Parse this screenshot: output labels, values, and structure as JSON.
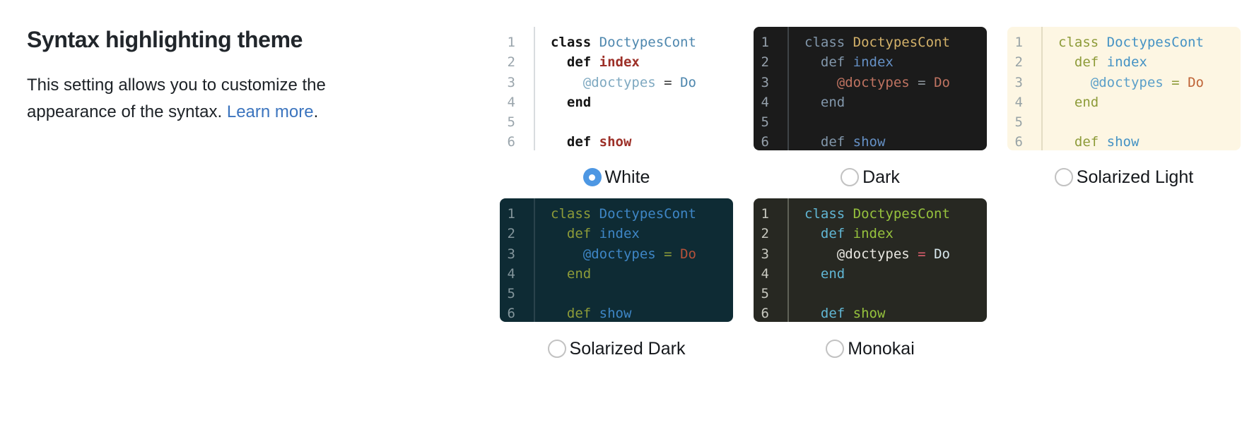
{
  "section": {
    "title": "Syntax highlighting theme",
    "description": {
      "line1": "This setting allows you to customize the",
      "line2_prefix": "appearance of the syntax. ",
      "link_label": "Learn more",
      "suffix": ".",
      "link_color": "#3b74be"
    }
  },
  "code_sample": {
    "language": "ruby",
    "line_numbers": [
      "1",
      "2",
      "3",
      "4",
      "5",
      "6"
    ],
    "lines": [
      [
        {
          "type": "keyword",
          "text": "class "
        },
        {
          "type": "class_name",
          "text": "DoctypesCont"
        }
      ],
      [
        {
          "type": "plain",
          "text": "  "
        },
        {
          "type": "keyword",
          "text": "def "
        },
        {
          "type": "function_name",
          "text": "index"
        }
      ],
      [
        {
          "type": "plain",
          "text": "    "
        },
        {
          "type": "instance_var",
          "text": "@doctypes"
        },
        {
          "type": "plain",
          "text": " "
        },
        {
          "type": "operator",
          "text": "="
        },
        {
          "type": "plain",
          "text": " "
        },
        {
          "type": "constant",
          "text": "Do"
        }
      ],
      [
        {
          "type": "plain",
          "text": "  "
        },
        {
          "type": "keyword",
          "text": "end"
        }
      ],
      [],
      [
        {
          "type": "plain",
          "text": "  "
        },
        {
          "type": "keyword",
          "text": "def "
        },
        {
          "type": "function_name",
          "text": "show"
        }
      ]
    ]
  },
  "radio_style": {
    "selected_fill": "#4d97e3",
    "unselected_border": "#c2c2c2"
  },
  "themes": [
    {
      "name": "White",
      "selected": true,
      "colors": {
        "background": "#ffffff",
        "gutter_text": "#9aa5ac",
        "gutter_border": "#d8dcdf",
        "plain": "#333333",
        "keyword": "#141414",
        "class_name": "#4e87ae",
        "function_name": "#9c2f27",
        "instance_var": "#7fa9c1",
        "operator": "#333333",
        "constant": "#4e87ae"
      },
      "bold": [
        "keyword",
        "function_name"
      ]
    },
    {
      "name": "Dark",
      "selected": false,
      "colors": {
        "background": "#1b1b1b",
        "gutter_text": "#95a0ab",
        "gutter_border": "#3f4447",
        "plain": "#b8bdc2",
        "keyword": "#8297ab",
        "class_name": "#d3b169",
        "function_name": "#6590c5",
        "instance_var": "#bf7361",
        "operator": "#8e979e",
        "constant": "#bf7361"
      },
      "bold": []
    },
    {
      "name": "Solarized Light",
      "selected": false,
      "colors": {
        "background": "#fdf6e3",
        "gutter_text": "#98a3a6",
        "gutter_border": "#e3dcc3",
        "plain": "#657b83",
        "keyword": "#8d9b39",
        "class_name": "#4492c4",
        "function_name": "#4492c4",
        "instance_var": "#5b9fc9",
        "operator": "#8d9b39",
        "constant": "#bf6336"
      },
      "bold": []
    },
    {
      "name": "Solarized Dark",
      "selected": false,
      "colors": {
        "background": "#0e2b34",
        "gutter_text": "#83959b",
        "gutter_border": "#29434c",
        "plain": "#839496",
        "keyword": "#8d9b39",
        "class_name": "#3e86c6",
        "function_name": "#3e86c6",
        "instance_var": "#3e86c6",
        "operator": "#8d9b39",
        "constant": "#b5513a"
      },
      "bold": []
    },
    {
      "name": "Monokai",
      "selected": false,
      "colors": {
        "background": "#272822",
        "gutter_text": "#c8c9c0",
        "gutter_border": "#5f6157",
        "plain": "#f8f8f2",
        "keyword": "#61b6d4",
        "class_name": "#96c23d",
        "function_name": "#96c23d",
        "instance_var": "#e9e7e1",
        "operator": "#dd5f6e",
        "constant": "#d7e7ec"
      },
      "bold": []
    }
  ]
}
